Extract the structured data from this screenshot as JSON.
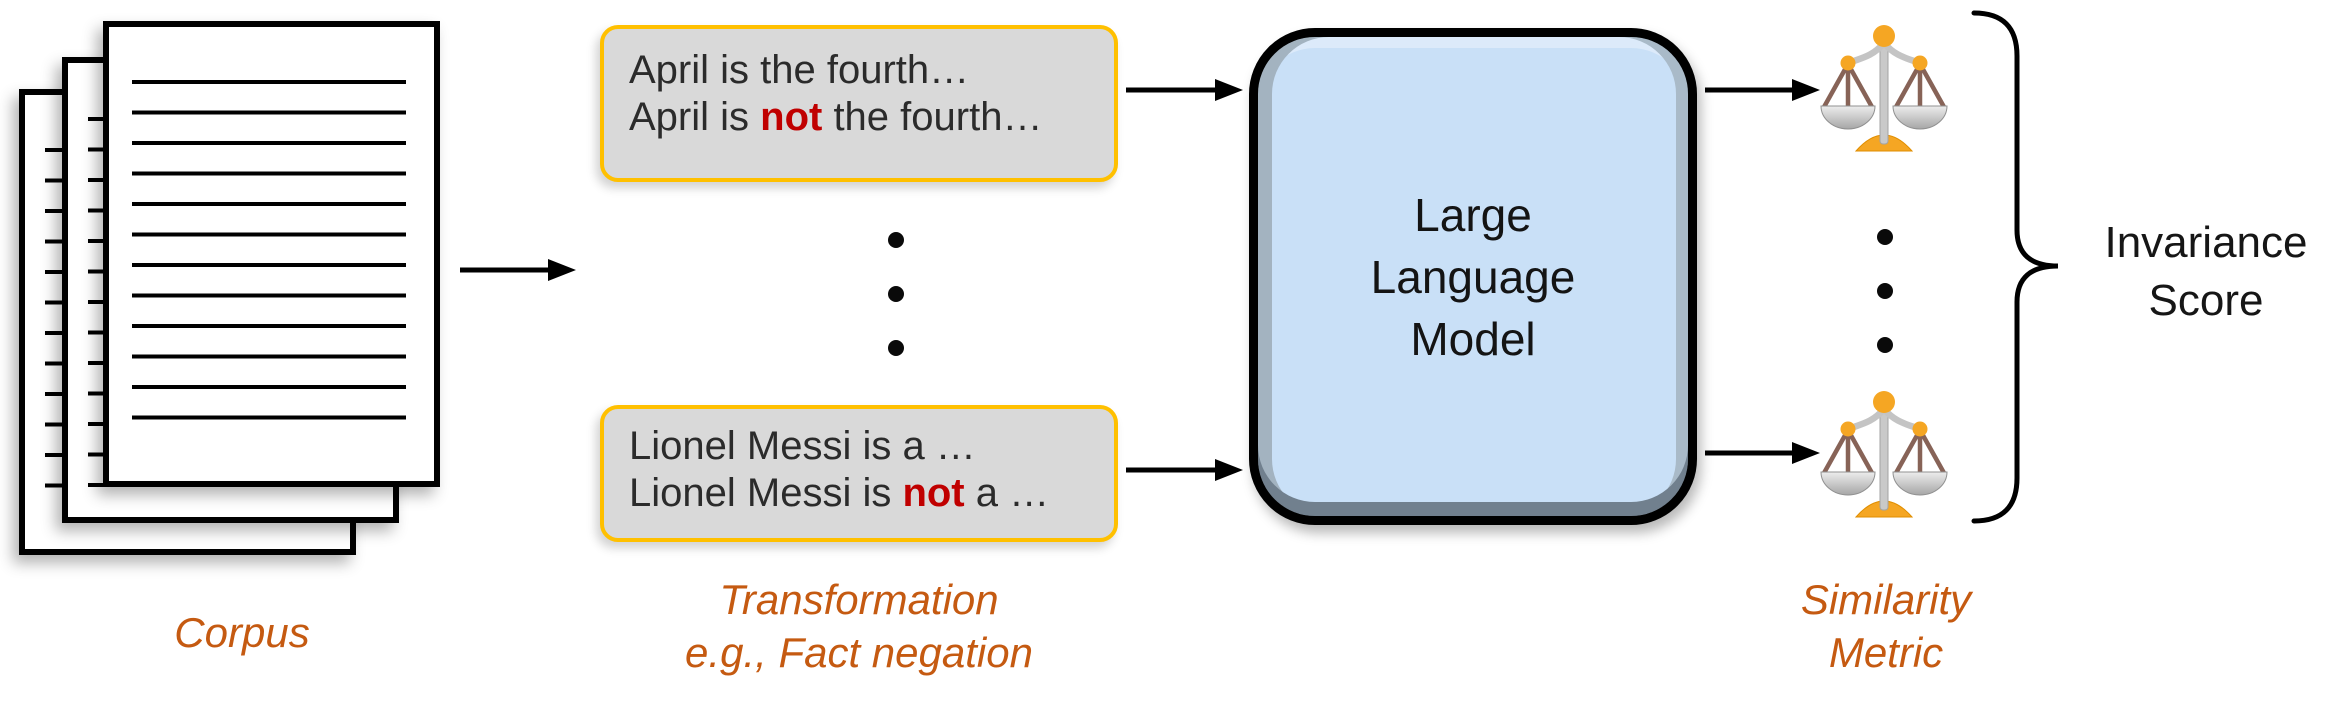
{
  "corpus": {
    "label": "Corpus"
  },
  "boxes": {
    "top": {
      "line1": "April is the fourth…",
      "line2_pre": "April is ",
      "line2_bold": "not",
      "line2_post": " the fourth…"
    },
    "bottom": {
      "line1": "Lionel Messi is a …",
      "line2_pre": "Lionel Messi is ",
      "line2_bold": "not",
      "line2_post": " a …"
    }
  },
  "transformation": {
    "label_line1": "Transformation",
    "label_line2": "e.g., Fact negation"
  },
  "llm": {
    "line1": "Large",
    "line2": "Language",
    "line3": "Model"
  },
  "similarity": {
    "label_line1": "Similarity",
    "label_line2": "Metric"
  },
  "invariance": {
    "line1": "Invariance",
    "line2": "Score"
  },
  "colors": {
    "box_border_gold": "#FFC000",
    "box_fill_gray": "#D9D9D9",
    "negation_red": "#C00000",
    "label_orange": "#C55A11",
    "llm_fill_blue": "#C9E0F7",
    "llm_bevel_slate": "#71808E",
    "scale_orange": "#F5A623",
    "scale_string_brown": "#876357"
  }
}
